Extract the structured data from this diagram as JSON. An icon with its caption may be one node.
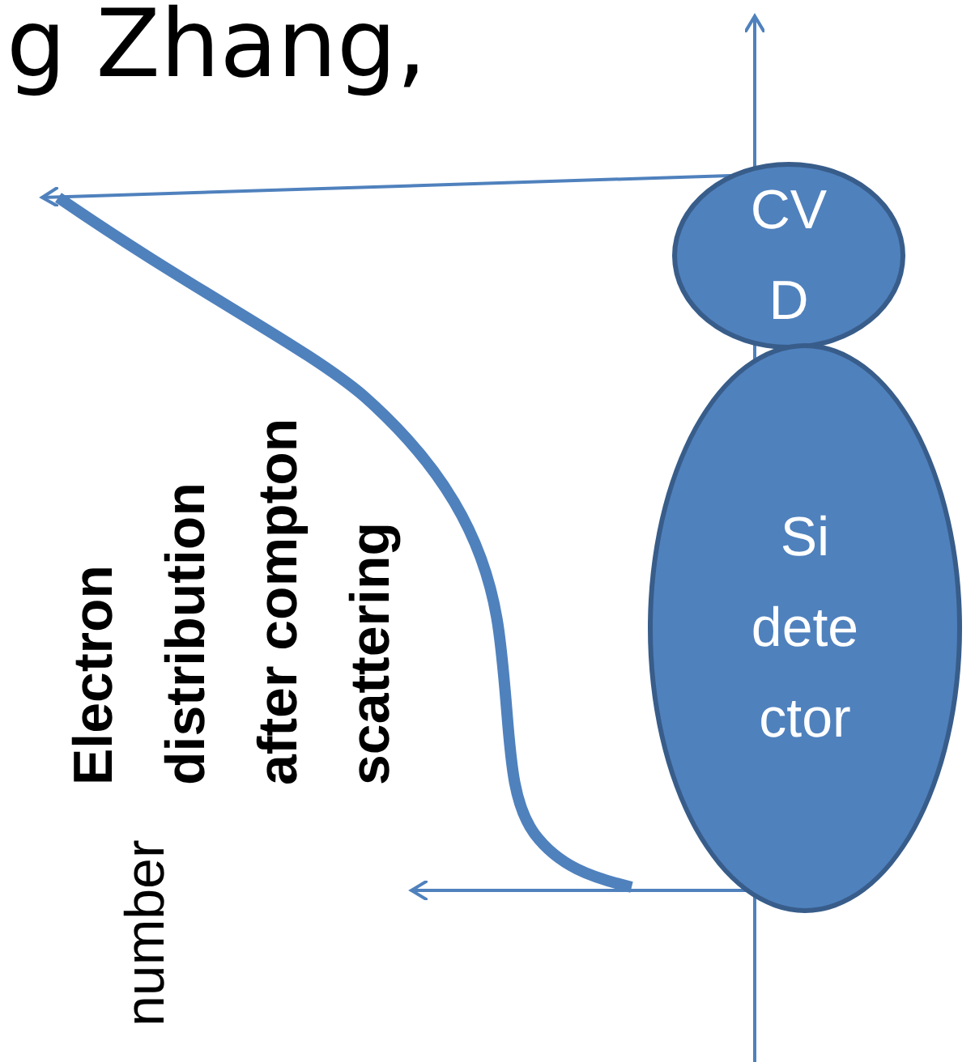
{
  "diagram": {
    "title": "g Zhang,",
    "nodes": [
      {
        "text": [
          "CV D"
        ]
      },
      {
        "text": [
          "Si dete ctor"
        ]
      }
    ],
    "edges": [],
    "labels": [
      "Electron distribution after compton scattering",
      "number"
    ]
  }
}
